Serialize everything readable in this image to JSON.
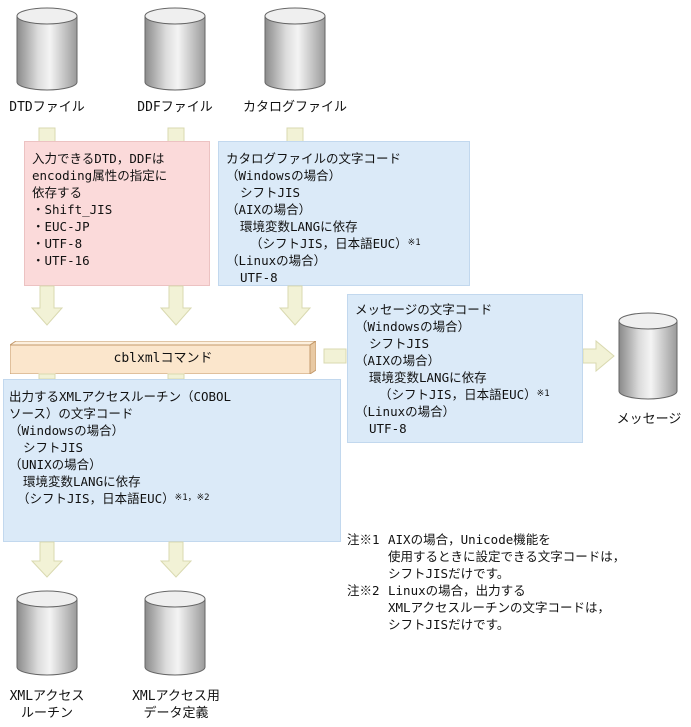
{
  "sources": {
    "dtd_label": "DTDファイル",
    "ddf_label": "DDFファイル",
    "catalog_label": "カタログファイル"
  },
  "input_box": {
    "lines": [
      "入力できるDTD，DDFは",
      "encoding属性の指定に",
      "依存する",
      "・Shift_JIS",
      "・EUC-JP",
      "・UTF-8",
      "・UTF-16"
    ]
  },
  "catalog_box": {
    "lines": [
      "カタログファイルの文字コード",
      "（Windowsの場合）",
      "シフトJIS",
      "（AIXの場合）",
      "環境変数LANGに依存",
      "（シフトJIS，日本語EUC）",
      "（Linuxの場合）",
      "UTF-8"
    ],
    "mark": "※1"
  },
  "message_box": {
    "lines": [
      "メッセージの文字コード",
      "（Windowsの場合）",
      "シフトJIS",
      "（AIXの場合）",
      "環境変数LANGに依存",
      "（シフトJIS，日本語EUC）",
      "（Linuxの場合）",
      "UTF-8"
    ],
    "mark": "※1"
  },
  "command": {
    "label": "cblxmlコマンド"
  },
  "output_box": {
    "lines": [
      "出力するXMLアクセスルーチン（COBOL",
      "ソース）の文字コード",
      "（Windowsの場合）",
      "シフトJIS",
      "（UNIXの場合）",
      "環境変数LANGに依存",
      "（シフトJIS，日本語EUC）"
    ],
    "mark": "※1，※2"
  },
  "message_label": "メッセージ",
  "outputs": {
    "routine_label": [
      "XMLアクセス",
      "ルーチン"
    ],
    "datadef_label": [
      "XMLアクセス用",
      "データ定義"
    ]
  },
  "notes": [
    {
      "mark": "注※1",
      "lines": [
        "AIXの場合，Unicode機能を",
        "使用するときに設定できる文字コードは，",
        "シフトJISだけです。"
      ]
    },
    {
      "mark": "注※2",
      "lines": [
        "Linuxの場合，出力する",
        "XMLアクセスルーチンの文字コードは，",
        "シフトJISだけです。"
      ]
    }
  ],
  "colors": {
    "pink_box": "#fbdada",
    "blue_box": "#dbeaf8",
    "arrow": "#f2f2d6",
    "command_bar": "#fbe6cc"
  }
}
